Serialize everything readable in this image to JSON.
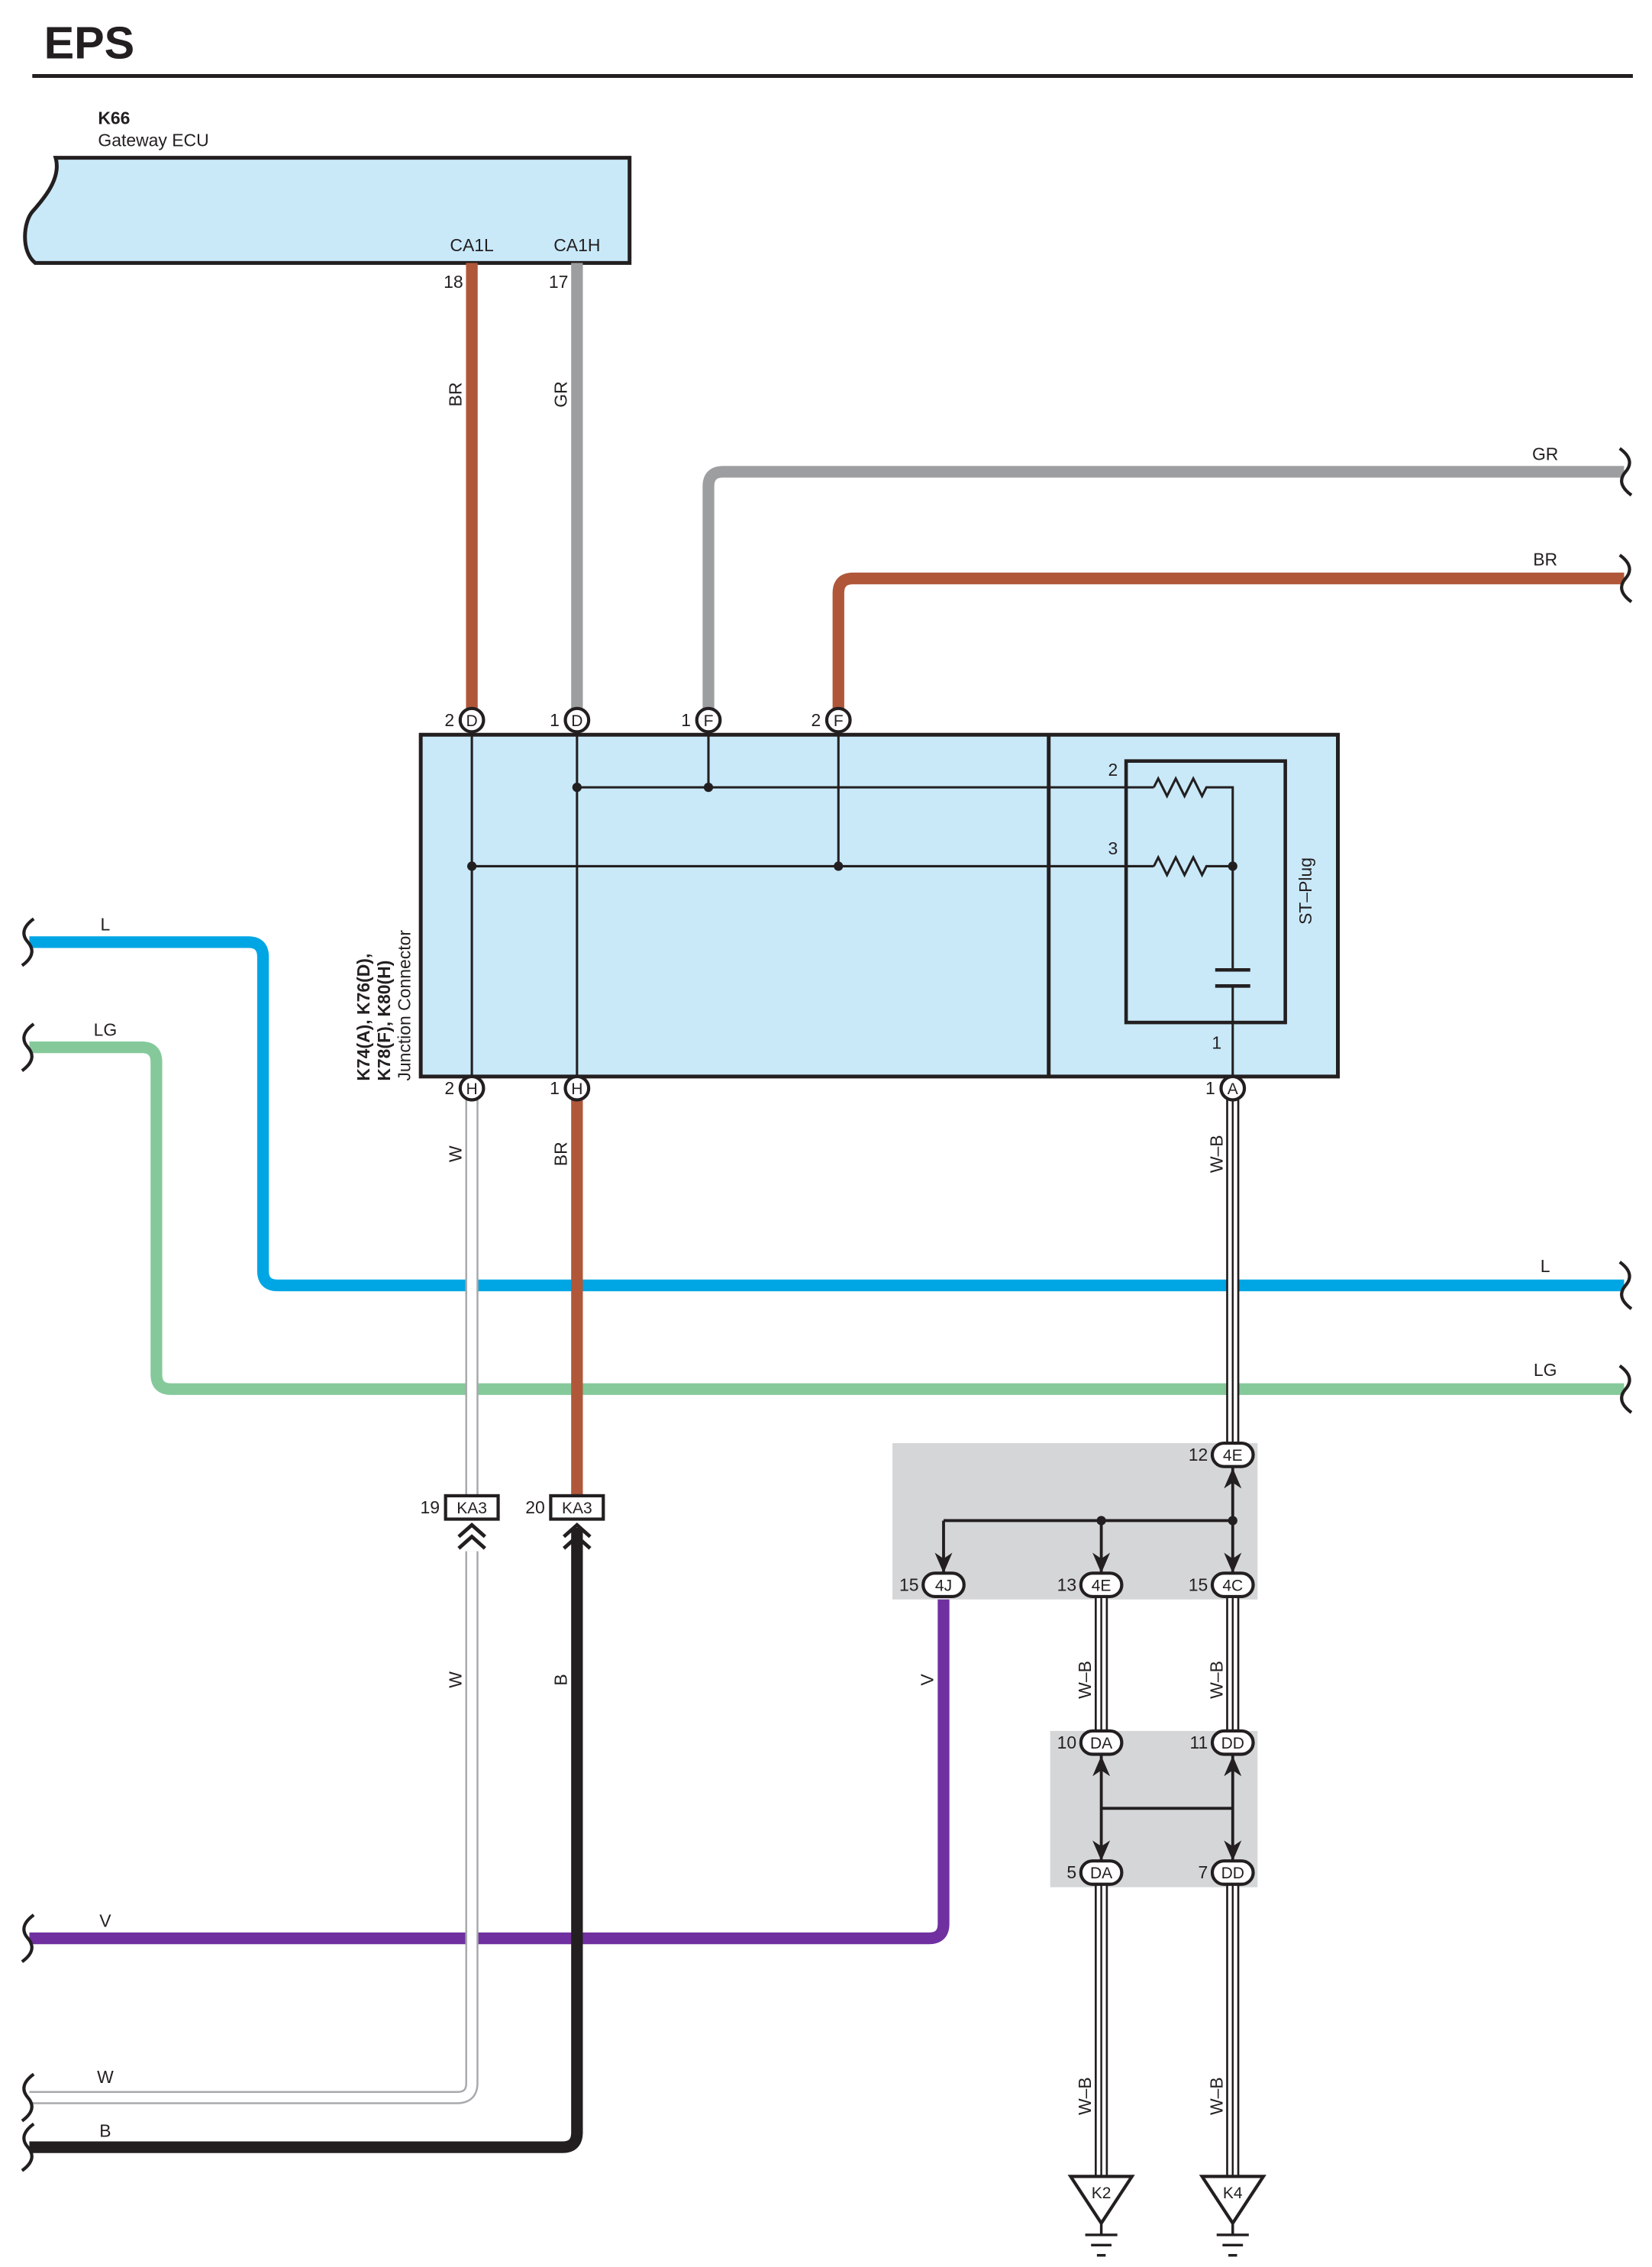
{
  "title": "EPS",
  "colors": {
    "br": "#b0573a",
    "gr": "#9d9ea0",
    "l": "#00a6e4",
    "lg": "#85c99b",
    "v": "#7030a0",
    "b": "#231f20",
    "w": "#ffffff",
    "w_outline": "#a7a9ac",
    "ecu_box": "#c9e9f9",
    "junction_box": "#c9e9f9",
    "splice_block": "#d5d6d8"
  },
  "ecu": {
    "code": "K66",
    "name": "Gateway ECU",
    "pins": [
      {
        "terminal": "CA1L",
        "number": "18"
      },
      {
        "terminal": "CA1H",
        "number": "17"
      }
    ]
  },
  "junction": {
    "label": [
      "K74(A), K76(D),",
      "K78(F), K80(H)",
      "Junction Connector"
    ],
    "top_pins": [
      {
        "number": "2",
        "connector": "D"
      },
      {
        "number": "1",
        "connector": "D"
      },
      {
        "number": "1",
        "connector": "F"
      },
      {
        "number": "2",
        "connector": "F"
      }
    ],
    "bottom_pins": [
      {
        "number": "2",
        "connector": "H"
      },
      {
        "number": "1",
        "connector": "H"
      },
      {
        "number": "1",
        "connector": "A"
      }
    ],
    "st_plug": {
      "label": "ST–Plug",
      "pins": [
        "2",
        "3",
        "1"
      ]
    }
  },
  "wires": {
    "ecu_to_junction": [
      "BR",
      "GR"
    ],
    "right_ends": [
      "GR",
      "BR",
      "L",
      "LG"
    ],
    "left_ends": [
      "L",
      "LG",
      "V",
      "W",
      "B"
    ],
    "junction_out": [
      "W",
      "BR",
      "W–B"
    ],
    "ka3_out": [
      "W",
      "B"
    ],
    "splice_out": [
      "V",
      "W–B",
      "W–B"
    ],
    "ground": [
      "W–B",
      "W–B"
    ]
  },
  "ka3": [
    {
      "number": "19",
      "connector": "KA3"
    },
    {
      "number": "20",
      "connector": "KA3"
    }
  ],
  "splice_1": {
    "input": {
      "number": "12",
      "connector": "4E"
    },
    "outputs": [
      {
        "number": "15",
        "connector": "4J"
      },
      {
        "number": "13",
        "connector": "4E"
      },
      {
        "number": "15",
        "connector": "4C"
      }
    ]
  },
  "splice_2": {
    "inputs": [
      {
        "number": "10",
        "connector": "DA"
      },
      {
        "number": "11",
        "connector": "DD"
      }
    ],
    "outputs": [
      {
        "number": "5",
        "connector": "DA"
      },
      {
        "number": "7",
        "connector": "DD"
      }
    ]
  },
  "grounds": [
    "K2",
    "K4"
  ]
}
